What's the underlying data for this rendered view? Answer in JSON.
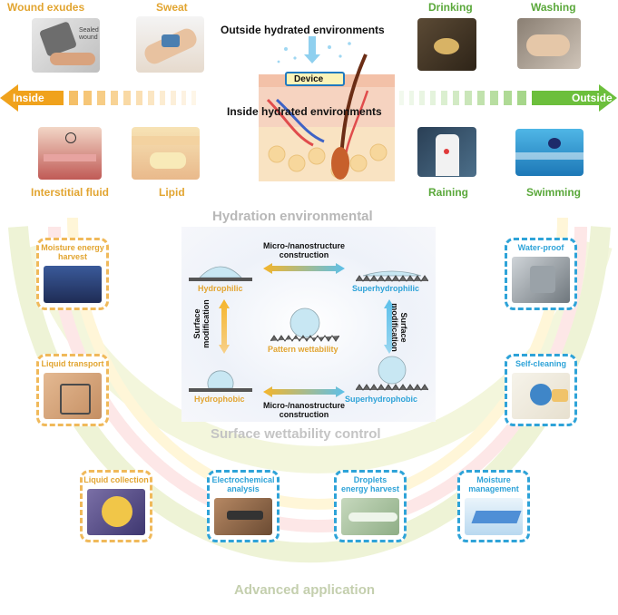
{
  "top": {
    "left_labels": {
      "wound_exudes": "Wound exudes",
      "sweat": "Sweat",
      "interstitial_fluid": "Interstitial fluid",
      "lipid": "Lipid"
    },
    "right_labels": {
      "drinking": "Drinking",
      "washing": "Washing",
      "raining": "Raining",
      "swimming": "Swimming"
    },
    "center": {
      "outside": "Outside hydrated environments",
      "device": "Device",
      "inside": "Inside hydrated environments"
    },
    "arrows": {
      "inside": "Inside",
      "outside": "Outside"
    },
    "wound_insert": {
      "line1": "Sealed",
      "line2": "wound"
    }
  },
  "hydration_title": "Hydration environmental",
  "wettability": {
    "top_process_l1": "Micro-/nanostructure",
    "top_process_l2": "construction",
    "bottom_process_l1": "Micro-/nanostructure",
    "bottom_process_l2": "construction",
    "left_process_l1": "Surface",
    "left_process_l2": "modification",
    "right_process_l1": "Surface",
    "right_process_l2": "modification",
    "hydrophilic": "Hydrophilic",
    "superhydrophilic": "Superhydrophilic",
    "hydrophobic": "Hydrophobic",
    "superhydrophobic": "Superhydrophobic",
    "pattern": "Pattern wettability"
  },
  "surface_title": "Surface wettability control",
  "applications": {
    "moisture_energy": {
      "l1": "Moisture energy",
      "l2": "harvest"
    },
    "liquid_transport": "Liquid transport",
    "liquid_collection": "Liquid collection",
    "electrochemical": {
      "l1": "Electrochemical",
      "l2": "analysis"
    },
    "droplets_energy": {
      "l1": "Droplets",
      "l2": "energy harvest"
    },
    "moisture_management": {
      "l1": "Moisture",
      "l2": "management"
    },
    "water_proof": "Water-proof",
    "self_cleaning": "Self-cleaning"
  },
  "advanced_title": "Advanced application",
  "colors": {
    "orange": "#e2a531",
    "green": "#5aa83a",
    "blue": "#2ea3d8"
  }
}
